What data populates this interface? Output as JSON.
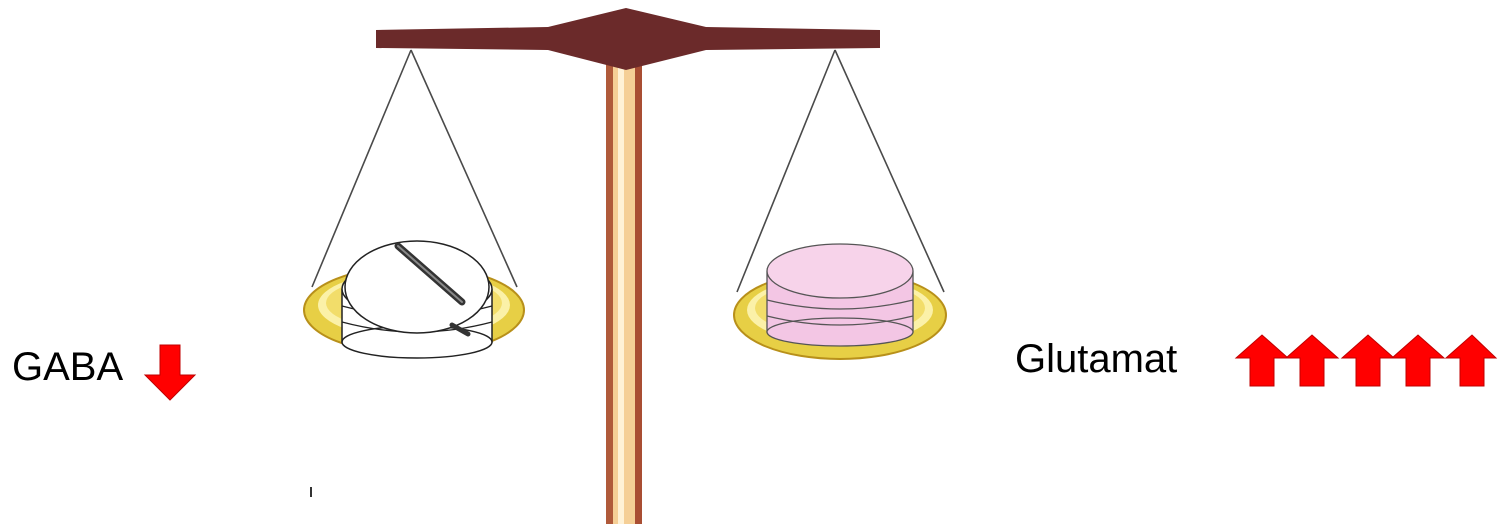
{
  "labels": {
    "left": "GABA",
    "right": "Glutamat"
  },
  "indicators": {
    "gaba": {
      "direction": "down",
      "count": 1
    },
    "glutamat": {
      "direction": "up",
      "count": 5
    }
  },
  "colors": {
    "arrow": "#ff0000",
    "beam": "#6b2a2a",
    "pillar": "#f3c98a",
    "pan_rim": "#e8d250",
    "left_weight": "#ffffff",
    "right_weight": "#f2c6e4"
  }
}
